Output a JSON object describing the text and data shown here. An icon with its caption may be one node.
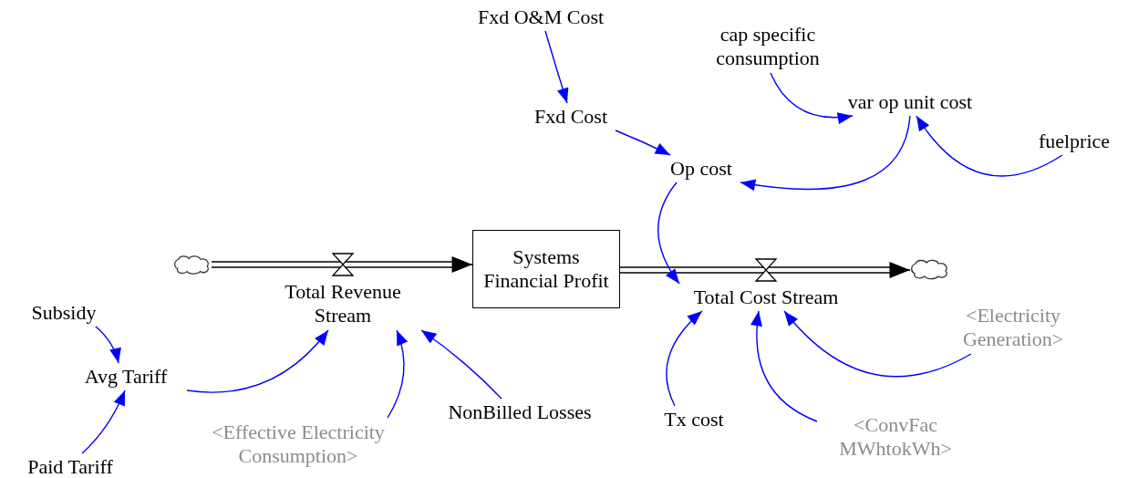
{
  "diagram": {
    "nodes": [
      {
        "text": [],
        "shape": "cloud"
      },
      {
        "text": [
          "Total Revenue Stream"
        ]
      },
      {
        "text": [
          "Systems Financial Profit"
        ]
      },
      {
        "text": [
          "Total Cost Stream"
        ]
      },
      {
        "text": [],
        "shape": "cloud"
      },
      {
        "text": [
          "Fxd O&M Cost"
        ]
      },
      {
        "text": [
          "cap specific consumption"
        ]
      },
      {
        "text": [
          "Fxd Cost"
        ]
      },
      {
        "text": [
          "var op unit cost"
        ]
      },
      {
        "text": [
          "fuelprice"
        ]
      },
      {
        "text": [
          "Op cost"
        ]
      },
      {
        "text": [
          "Subsidy"
        ]
      },
      {
        "text": [
          "Avg Tariff"
        ]
      },
      {
        "text": [
          "Paid Tariff"
        ]
      },
      {
        "text": [
          "<Effective Electricity Consumption>"
        ]
      },
      {
        "text": [
          "NonBilled Losses"
        ]
      },
      {
        "text": [
          "Tx cost"
        ]
      },
      {
        "text": [
          "<Electricity Generation>"
        ]
      },
      {
        "text": [
          "<ConvFac MWhtokWh>"
        ]
      }
    ],
    "edges": [
      {
        "from": 0,
        "to": 2,
        "arrow": "to",
        "color": "#000000"
      },
      {
        "from": 2,
        "to": 4,
        "arrow": "to",
        "color": "#000000"
      },
      {
        "from": 5,
        "to": 7,
        "arrow": "to",
        "color": "#0000ff"
      },
      {
        "from": 6,
        "to": 8,
        "arrow": "to",
        "color": "#0000ff"
      },
      {
        "from": 7,
        "to": 10,
        "arrow": "to",
        "color": "#0000ff"
      },
      {
        "from": 8,
        "to": 10,
        "arrow": "to",
        "color": "#0000ff"
      },
      {
        "from": 9,
        "to": 8,
        "arrow": "to",
        "color": "#0000ff"
      },
      {
        "from": 10,
        "to": 3,
        "arrow": "to",
        "color": "#0000ff"
      },
      {
        "from": 11,
        "to": 12,
        "arrow": "to",
        "color": "#0000ff"
      },
      {
        "from": 13,
        "to": 12,
        "arrow": "to",
        "color": "#0000ff"
      },
      {
        "from": 12,
        "to": 1,
        "arrow": "to",
        "color": "#0000ff"
      },
      {
        "from": 14,
        "to": 1,
        "arrow": "to",
        "color": "#0000ff"
      },
      {
        "from": 15,
        "to": 1,
        "arrow": "to",
        "color": "#0000ff"
      },
      {
        "from": 16,
        "to": 3,
        "arrow": "to",
        "color": "#0000ff"
      },
      {
        "from": 17,
        "to": 3,
        "arrow": "to",
        "color": "#0000ff"
      },
      {
        "from": 18,
        "to": 3,
        "arrow": "to",
        "color": "#0000ff"
      }
    ]
  }
}
